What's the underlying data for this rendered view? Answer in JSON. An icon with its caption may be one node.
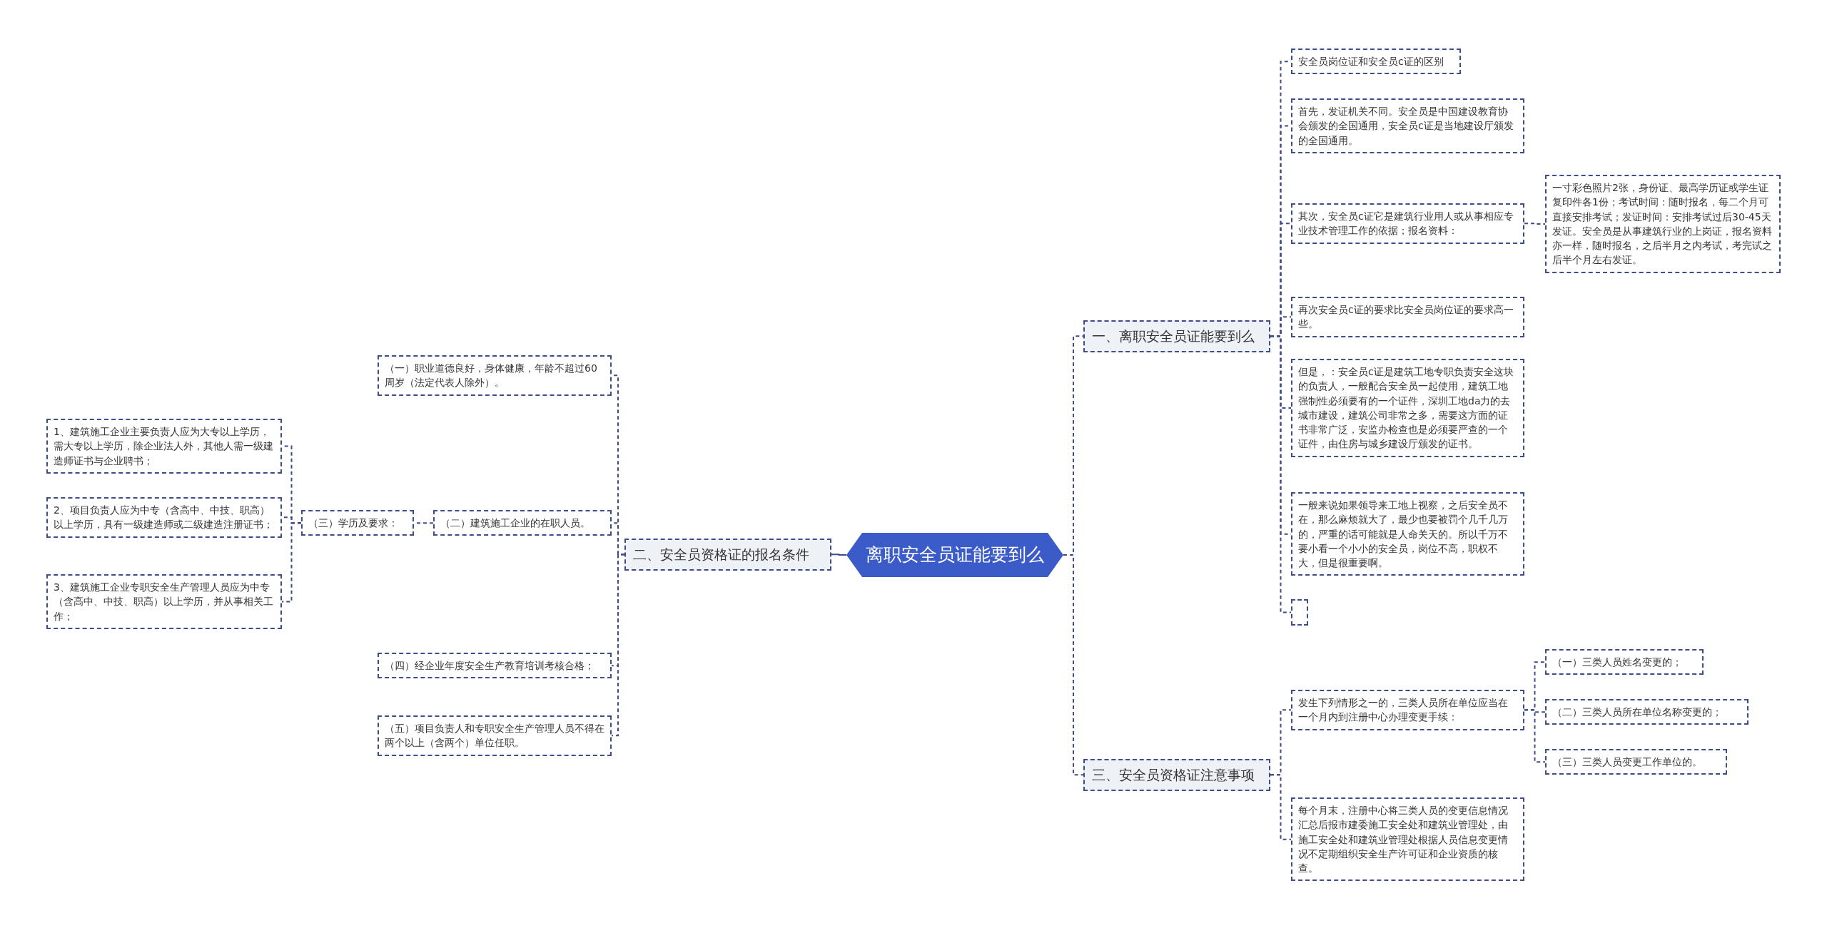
{
  "diagram": {
    "nodes": [
      {
        "text": [
          "离职安全员证能要到么"
        ]
      },
      {
        "text": [
          "一、离职安全员证能要到么"
        ]
      },
      {
        "text": [
          "安全员岗位证和安全员c证的区别"
        ]
      },
      {
        "text": [
          "首先，发证机关不同。安全员是中国建设教育协会颁发的全国通用，安全员c证是当地建设厅颁发的全国通用。"
        ]
      },
      {
        "text": [
          "其次，安全员c证它是建筑行业用人或从事相应专业技术管理工作的依据；报名资料："
        ]
      },
      {
        "text": [
          "一寸彩色照片2张，身份证、最高学历证或学生证复印件各1份；考试时间：随时报名，每二个月可直接安排考试；发证时间：安排考试过后30-45天发证。安全员是从事建筑行业的上岗证，报名资料亦一样，随时报名，之后半月之内考试，考完试之后半个月左右发证。"
        ]
      },
      {
        "text": [
          "再次安全员c证的要求比安全员岗位证的要求高一些。"
        ]
      },
      {
        "text": [
          "但是，：安全员c证是建筑工地专职负责安全这块的负责人，一般配合安全员一起使用，建筑工地强制性必须要有的一个证件，深圳工地da力的去城市建设，建筑公司非常之多，需要这方面的证书非常广泛，安监办检查也是必须要严查的一个证件，由住房与城乡建设厅颁发的证书。"
        ]
      },
      {
        "text": [
          "一般来说如果领导来工地上视察，之后安全员不在，那么麻烦就大了，最少也要被罚个几千几万的，严重的话可能就是人命关天的。所以千万不要小看一个小小的安全员，岗位不高，职权不大，但是很重要啊。"
        ]
      },
      {
        "text": [],
        "shape": "box"
      },
      {
        "text": [
          "二、安全员资格证的报名条件"
        ]
      },
      {
        "text": [
          "（一）职业道德良好，身体健康，年龄不超过60周岁（法定代表人除外）。"
        ]
      },
      {
        "text": [
          "（二）建筑施工企业的在职人员。"
        ]
      },
      {
        "text": [
          "（三）学历及要求："
        ]
      },
      {
        "text": [
          "1、建筑施工企业主要负责人应为大专以上学历，需大专以上学历，除企业法人外，其他人需一级建造师证书与企业聘书；"
        ]
      },
      {
        "text": [
          "2、项目负责人应为中专（含高中、中技、职高）以上学历，具有一级建造师或二级建造注册证书；"
        ]
      },
      {
        "text": [
          "3、建筑施工企业专职安全生产管理人员应为中专（含高中、中技、职高）以上学历，并从事相关工作；"
        ]
      },
      {
        "text": [
          "（四）经企业年度安全生产教育培训考核合格；"
        ]
      },
      {
        "text": [
          "（五）项目负责人和专职安全生产管理人员不得在两个以上（含两个）单位任职。"
        ]
      },
      {
        "text": [
          "三、安全员资格证注意事项"
        ]
      },
      {
        "text": [
          "发生下列情形之一的，三类人员所在单位应当在一个月内到注册中心办理变更手续："
        ]
      },
      {
        "text": [
          "（一）三类人员姓名变更的；"
        ]
      },
      {
        "text": [
          "（二）三类人员所在单位名称变更的；"
        ]
      },
      {
        "text": [
          "（三）三类人员变更工作单位的。"
        ]
      },
      {
        "text": [
          "每个月末，注册中心将三类人员的变更信息情况汇总后报市建委施工安全处和建筑业管理处，由施工安全处和建筑业管理处根据人员信息变更情况不定期组织安全生产许可证和企业资质的核查。"
        ]
      }
    ],
    "edges": [
      {
        "from": 0,
        "to": 1,
        "arrow": "none",
        "style": "dashed"
      },
      {
        "from": 0,
        "to": 10,
        "arrow": "none"
      },
      {
        "from": 0,
        "to": 19,
        "arrow": "none",
        "style": "dashed"
      },
      {
        "from": 1,
        "to": 2,
        "arrow": "none",
        "style": "dashed"
      },
      {
        "from": 1,
        "to": 3,
        "arrow": "none",
        "style": "dashed"
      },
      {
        "from": 1,
        "to": 4,
        "arrow": "none",
        "style": "dashed"
      },
      {
        "from": 4,
        "to": 5,
        "arrow": "none",
        "style": "dashed"
      },
      {
        "from": 1,
        "to": 6,
        "arrow": "none",
        "style": "dashed"
      },
      {
        "from": 1,
        "to": 7,
        "arrow": "none",
        "style": "dashed"
      },
      {
        "from": 1,
        "to": 8,
        "arrow": "none",
        "style": "dashed"
      },
      {
        "from": 1,
        "to": 9,
        "arrow": "none",
        "style": "dashed"
      },
      {
        "from": 10,
        "to": 11,
        "arrow": "none",
        "style": "dashed"
      },
      {
        "from": 10,
        "to": 12,
        "arrow": "none",
        "style": "dashed"
      },
      {
        "from": 12,
        "to": 13,
        "arrow": "none",
        "style": "dashed"
      },
      {
        "from": 13,
        "to": 14,
        "arrow": "none",
        "style": "dashed"
      },
      {
        "from": 13,
        "to": 15,
        "arrow": "none",
        "style": "dashed"
      },
      {
        "from": 13,
        "to": 16,
        "arrow": "none",
        "style": "dashed"
      },
      {
        "from": 10,
        "to": 17,
        "arrow": "none",
        "style": "dashed"
      },
      {
        "from": 10,
        "to": 18,
        "arrow": "none",
        "style": "dashed"
      },
      {
        "from": 19,
        "to": 20,
        "arrow": "none",
        "style": "dashed"
      },
      {
        "from": 20,
        "to": 21,
        "arrow": "none",
        "style": "dashed"
      },
      {
        "from": 20,
        "to": 22,
        "arrow": "none",
        "style": "dashed"
      },
      {
        "from": 20,
        "to": 23,
        "arrow": "none",
        "style": "dashed"
      },
      {
        "from": 19,
        "to": 24,
        "arrow": "none",
        "style": "dashed"
      }
    ]
  }
}
